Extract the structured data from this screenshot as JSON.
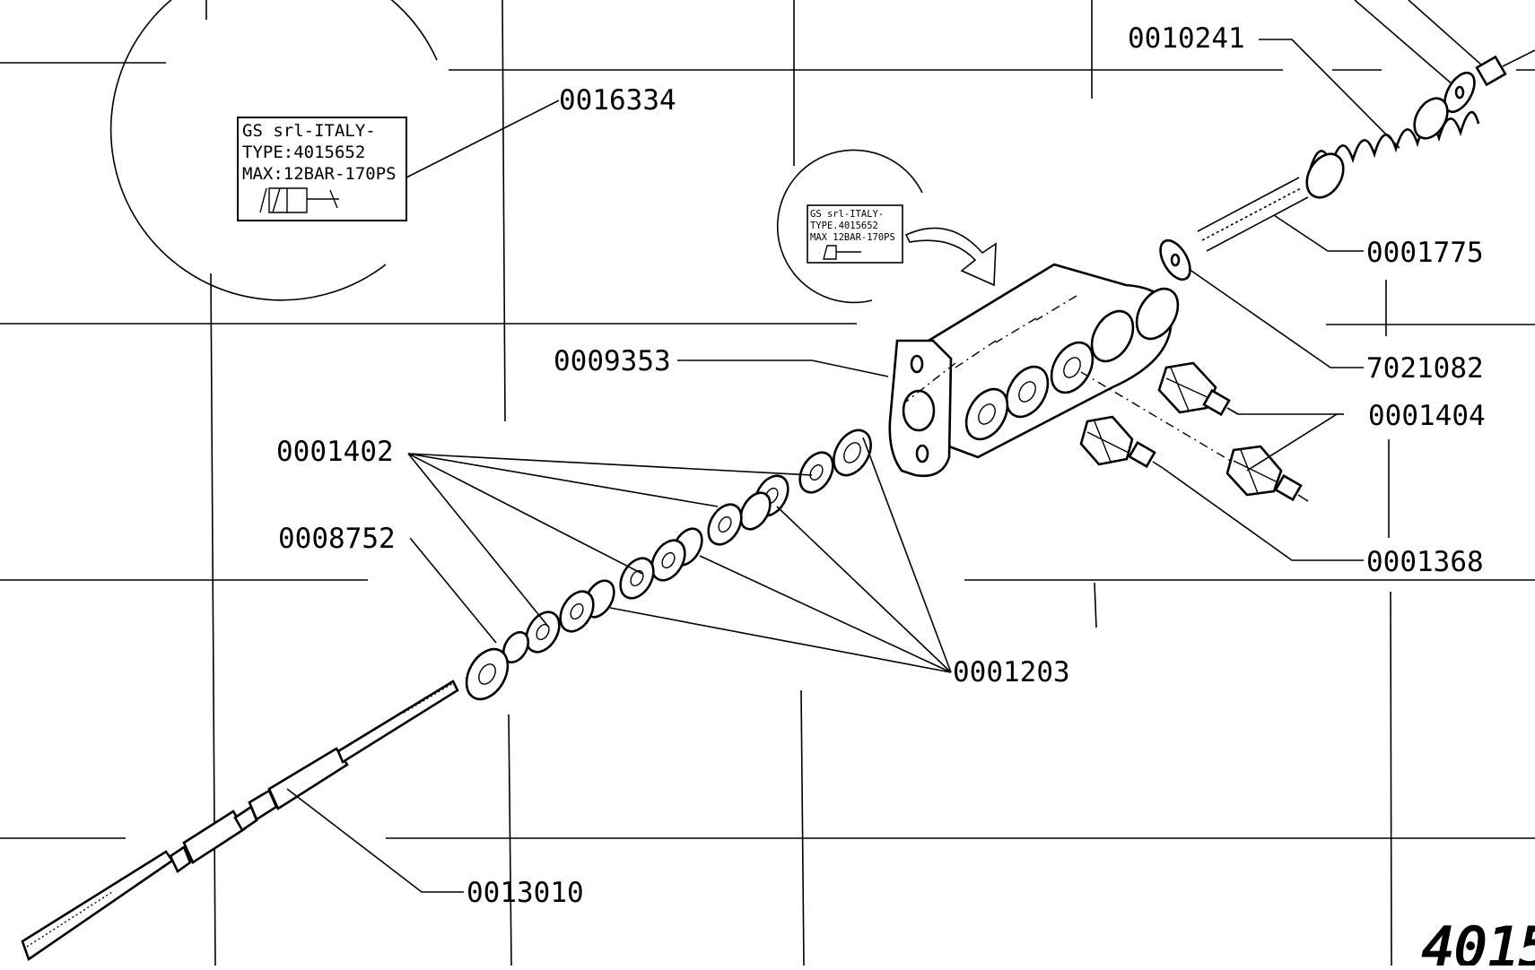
{
  "part_labels": {
    "p0010241": "0010241",
    "p0016334": "0016334",
    "p0001775": "0001775",
    "p7021082": "7021082",
    "p0009353": "0009353",
    "p0001404": "0001404",
    "p0001402": "0001402",
    "p0001368": "0001368",
    "p0008752": "0008752",
    "p0001203": "0001203",
    "p0013010": "0013010"
  },
  "nameplate": {
    "line1": "GS srl-ITALY-",
    "line2": "TYPE:4015652",
    "line3": "MAX:12BAR-170PS",
    "small_line1": "GS srl-ITALY-",
    "small_line2": "TYPE.4015652",
    "small_line3": "MAX 12BAR-170PS"
  },
  "drawing_number": "4015"
}
